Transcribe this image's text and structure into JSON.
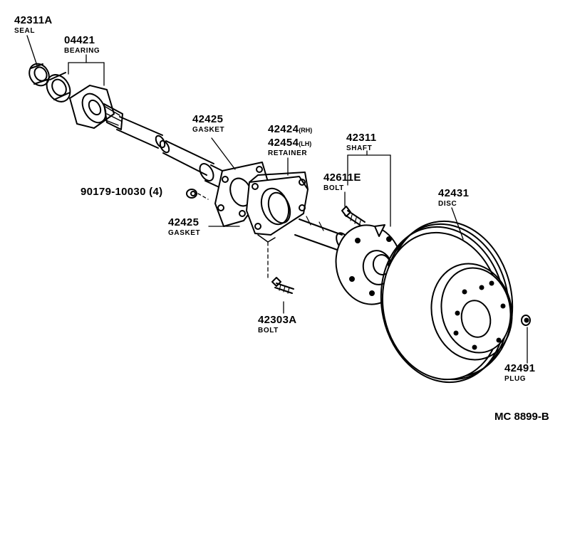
{
  "parts": {
    "seal": {
      "number": "42311A",
      "name": "SEAL"
    },
    "bearing": {
      "number": "04421",
      "name": "BEARING"
    },
    "gasket_upper": {
      "number": "42425",
      "name": "GASKET"
    },
    "retainer": {
      "number_rh": "42424",
      "suffix_rh": "(RH)",
      "number_lh": "42454",
      "suffix_lh": "(LH)",
      "name": "RETAINER"
    },
    "shaft": {
      "number": "42311",
      "name": "SHAFT"
    },
    "hub_bolt": {
      "number": "42611E",
      "name": "BOLT"
    },
    "disc": {
      "number": "42431",
      "name": "DISC"
    },
    "nut": {
      "number": "90179-10030 (4)"
    },
    "gasket_lower": {
      "number": "42425",
      "name": "GASKET"
    },
    "retainer_bolt": {
      "number": "42303A",
      "name": "BOLT"
    },
    "plug": {
      "number": "42491",
      "name": "PLUG"
    }
  },
  "diagram_code": "MC 8899-B",
  "colors": {
    "ink": "#000000",
    "paper": "#ffffff"
  }
}
